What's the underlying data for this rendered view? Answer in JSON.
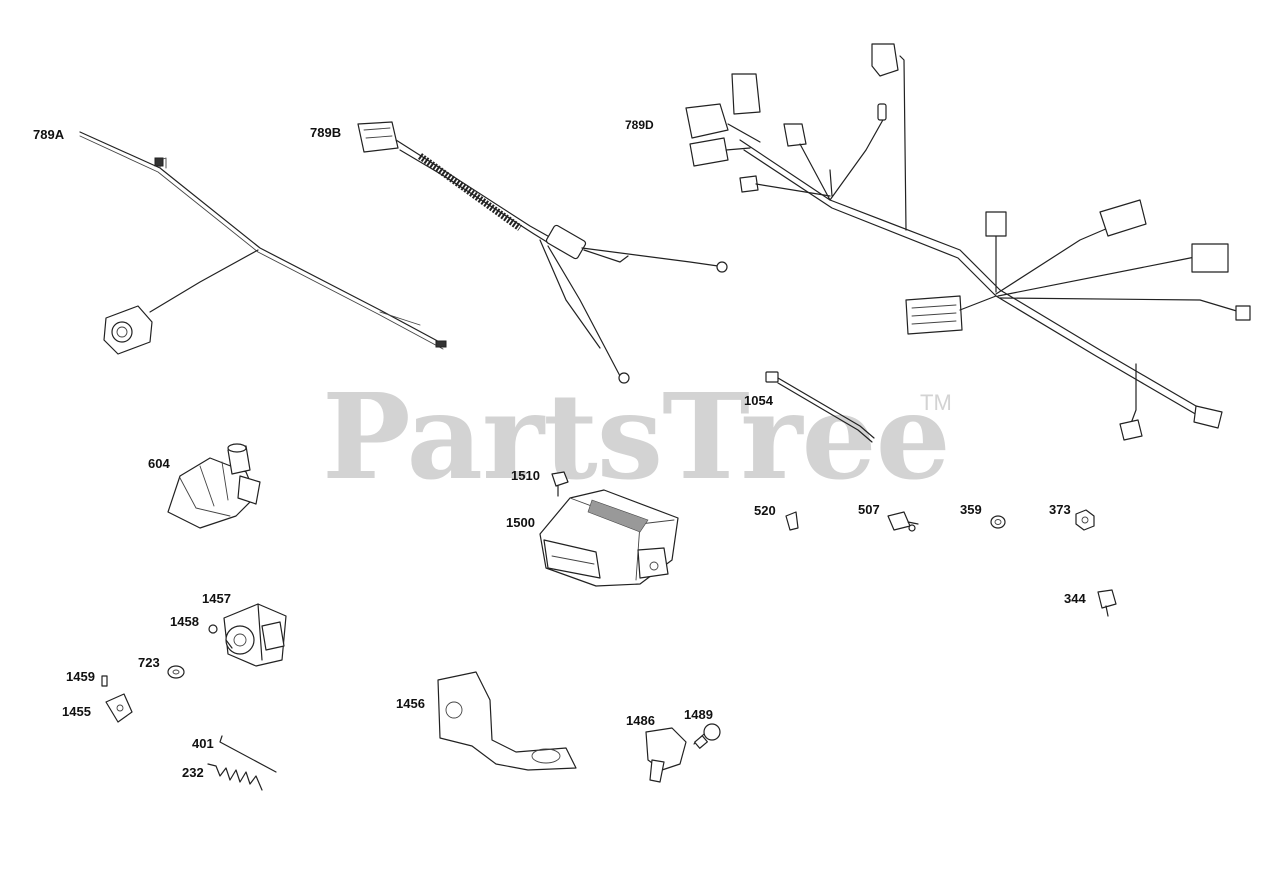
{
  "watermark": {
    "text": "PartsTree",
    "trademark": "TM"
  },
  "callouts": {
    "c789A": "789A",
    "c789B": "789B",
    "c789D": "789D",
    "c1054": "1054",
    "c604": "604",
    "c1510": "1510",
    "c1500": "1500",
    "c520": "520",
    "c507": "507",
    "c359": "359",
    "c373": "373",
    "c344": "344",
    "c1457": "1457",
    "c1458": "1458",
    "c723": "723",
    "c1459": "1459",
    "c1455": "1455",
    "c401": "401",
    "c232": "232",
    "c1456": "1456",
    "c1486": "1486",
    "c1489": "1489"
  }
}
